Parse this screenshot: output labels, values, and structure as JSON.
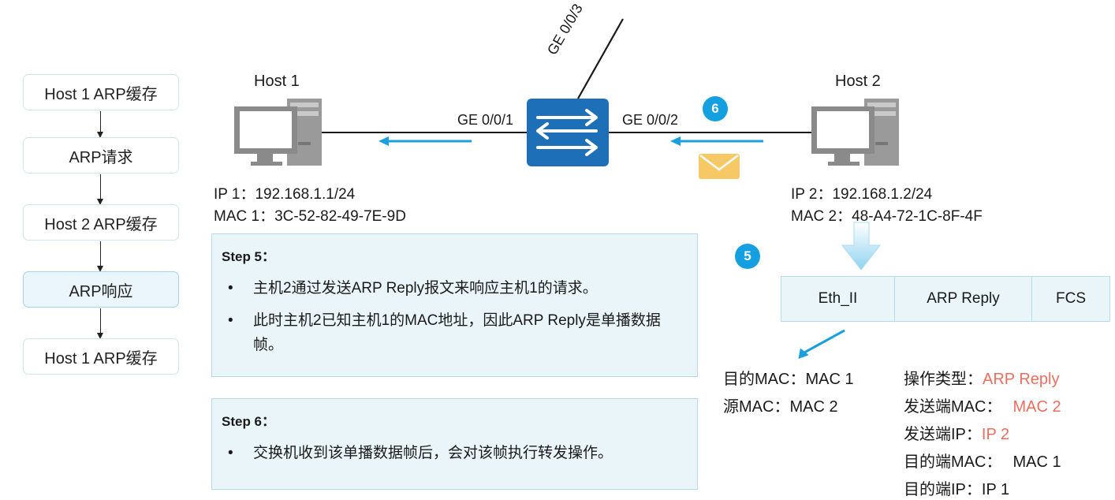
{
  "flow": {
    "steps": [
      {
        "label": "Host 1 ARP缓存",
        "active": false
      },
      {
        "label": "ARP请求",
        "active": false
      },
      {
        "label": "Host 2 ARP缓存",
        "active": false
      },
      {
        "label": "ARP响应",
        "active": true
      },
      {
        "label": "Host 1 ARP缓存",
        "active": false
      }
    ]
  },
  "topology": {
    "host1": {
      "name": "Host 1",
      "ip": "IP 1：192.168.1.1/24",
      "mac": "MAC 1：3C-52-82-49-7E-9D"
    },
    "host2": {
      "name": "Host 2",
      "ip": "IP 2：192.168.1.2/24",
      "mac": "MAC 2：48-A4-72-1C-8F-4F"
    },
    "ports": {
      "p1": "GE 0/0/1",
      "p2": "GE 0/0/2",
      "p3": "GE 0/0/3"
    },
    "badge_step6": "6",
    "badge_step5": "5"
  },
  "step5": {
    "title": "Step 5：",
    "bullet": "•",
    "items": [
      "主机2通过发送ARP Reply报文来响应主机1的请求。",
      "此时主机2已知主机1的MAC地址，因此ARP Reply是单播数据帧。"
    ]
  },
  "step6": {
    "title": "Step 6：",
    "bullet": "•",
    "items": [
      "交换机收到该单播数据帧后，会对该帧执行转发操作。"
    ]
  },
  "frame": {
    "cells": [
      "Eth_II",
      "ARP Reply",
      "FCS"
    ]
  },
  "eth_fields": [
    {
      "label": "目的MAC：",
      "value": "MAC 1"
    },
    {
      "label": "源MAC：",
      "value": "MAC 2"
    }
  ],
  "arp_fields": [
    {
      "label": "操作类型：",
      "value": "ARP Reply",
      "highlight": true
    },
    {
      "label": "发送端MAC：",
      "value": "MAC 2",
      "highlight": true
    },
    {
      "label": "发送端IP：",
      "value": "IP 2",
      "highlight": true
    },
    {
      "label": "目的端MAC：",
      "value": "MAC 1",
      "highlight": false
    },
    {
      "label": "目的端IP：",
      "value": "IP 1",
      "highlight": false
    }
  ],
  "colors": {
    "accent_blue": "#139fe0",
    "switch_blue": "#1d6fb8",
    "highlight_red": "#ee6e5e",
    "envelope": "#f7c866"
  }
}
